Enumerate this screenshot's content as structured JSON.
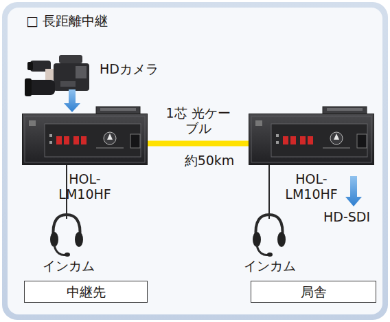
{
  "diagram": {
    "title": "□ 長距離中継",
    "nodes": [
      {
        "text": [
          "HOL- LM10HF"
        ]
      },
      {
        "text": [
          "HOL- LM10HF"
        ]
      },
      {
        "text": [
          "中継先"
        ]
      },
      {
        "text": [
          "局舎"
        ]
      }
    ],
    "edges": [
      {
        "from": 0,
        "to": 1,
        "arrow": "none",
        "label": "1芯 光ケーブル"
      }
    ],
    "labels": [
      "HDカメラ",
      "約50km",
      "HD-SDI",
      "インカム",
      "インカム"
    ]
  }
}
